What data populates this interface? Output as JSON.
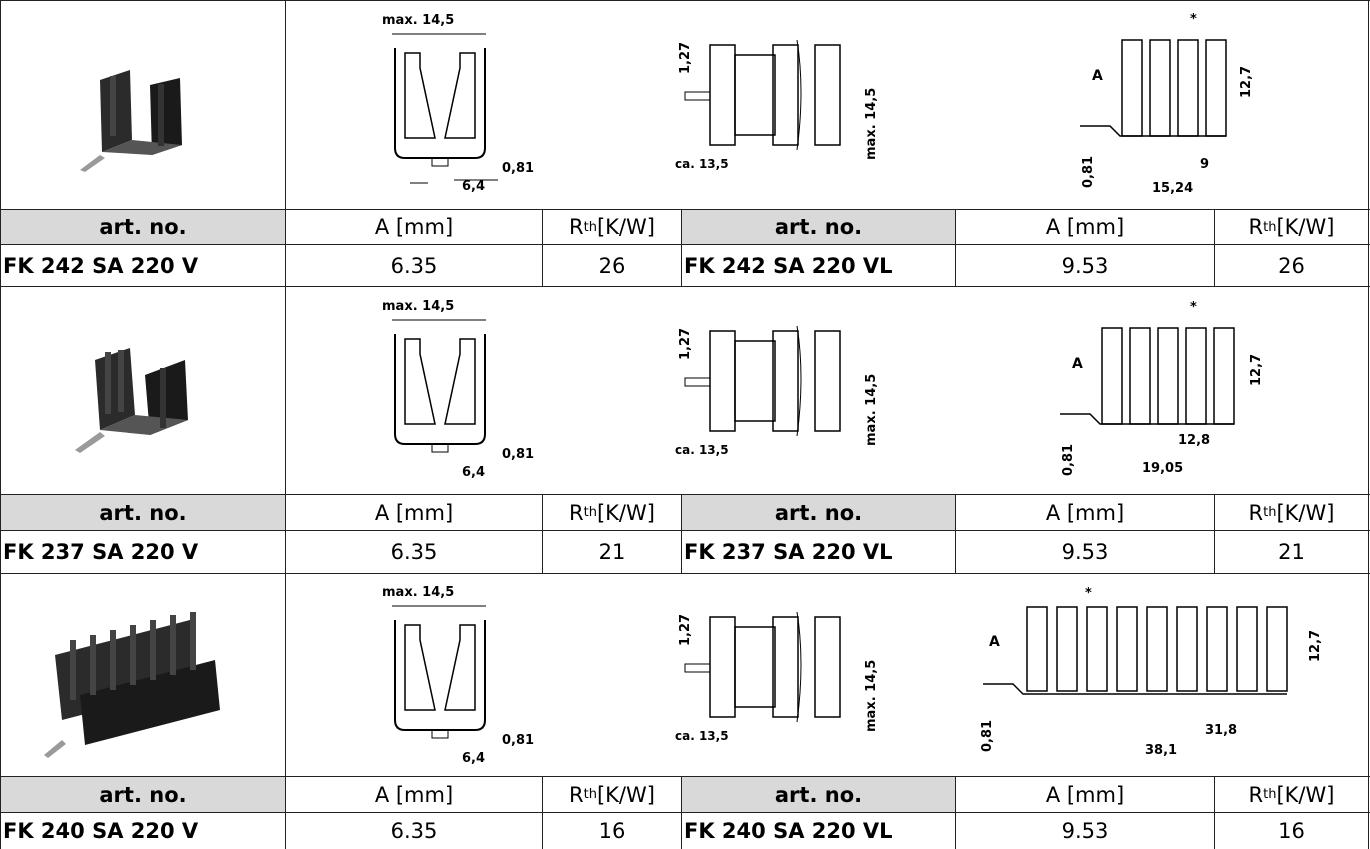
{
  "header_labels": {
    "art_no": "art. no.",
    "a_mm": "A [mm]",
    "rth_main": "R",
    "rth_sub": "th",
    "rth_unit": " [K/W]"
  },
  "drawing_labels": {
    "max_width": "max. 14,5",
    "dim_064": "6,4",
    "dim_081": "0,81",
    "dim_127": "1,27",
    "max_height": "max. 14,5",
    "ca": "ca. 13,5",
    "A": "A",
    "star": "*",
    "h127": "12,7"
  },
  "rows": [
    {
      "left": {
        "art_no": "FK 242 SA 220 V",
        "a": "6.35",
        "rth": "26"
      },
      "right": {
        "art_no": "FK 242 SA 220 VL",
        "a": "9.53",
        "rth": "26"
      },
      "side": {
        "fin_dim": "9",
        "total_dim": "15,24"
      }
    },
    {
      "left": {
        "art_no": "FK 237 SA 220 V",
        "a": "6.35",
        "rth": "21"
      },
      "right": {
        "art_no": "FK 237 SA 220 VL",
        "a": "9.53",
        "rth": "21"
      },
      "side": {
        "fin_dim": "12,8",
        "total_dim": "19,05"
      }
    },
    {
      "left": {
        "art_no": "FK 240 SA 220 V",
        "a": "6.35",
        "rth": "16"
      },
      "right": {
        "art_no": "FK 240 SA 220 VL",
        "a": "9.53",
        "rth": "16"
      },
      "side": {
        "fin_dim": "31,8",
        "total_dim": "38,1"
      }
    }
  ]
}
